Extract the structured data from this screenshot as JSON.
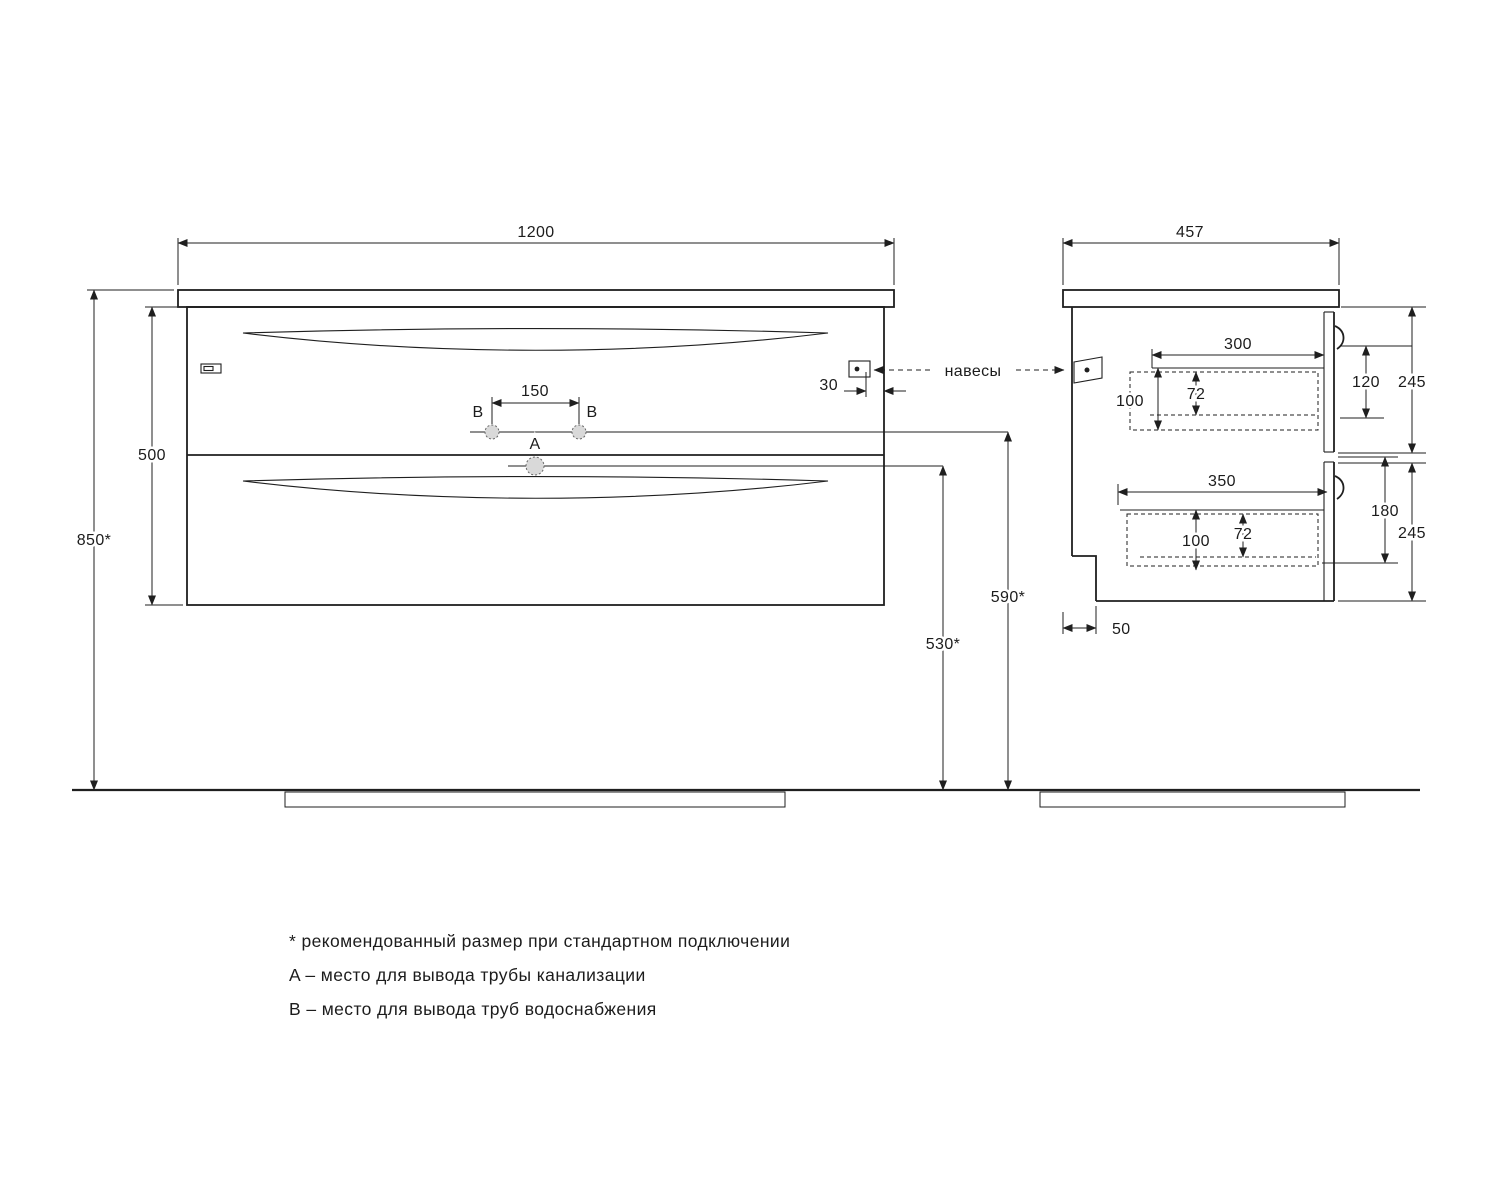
{
  "front_view": {
    "width": "1200",
    "height": "500",
    "mount_height": "850*",
    "tap_holes_spacing": "150",
    "hanger_offset": "30",
    "label_a": "A",
    "label_b": "B",
    "water_supply_height": "590*",
    "drain_height": "530*"
  },
  "side_view": {
    "depth": "457",
    "upper_drawer": {
      "depth": "300",
      "height": "100",
      "inner_height": "72",
      "top_offset": "120",
      "front_height": "245"
    },
    "lower_drawer": {
      "depth": "350",
      "height": "100",
      "inner_height": "72",
      "gap_offset": "180",
      "front_height": "245"
    },
    "back_recess": "50"
  },
  "labels": {
    "hangers": "навесы"
  },
  "notes": [
    "* рекомендованный размер при стандартном подключении",
    "A – место для вывода трубы канализации",
    "B – место для вывода труб водоснабжения"
  ],
  "colors": {
    "line": "#1f1f1f",
    "background": "#ffffff"
  }
}
